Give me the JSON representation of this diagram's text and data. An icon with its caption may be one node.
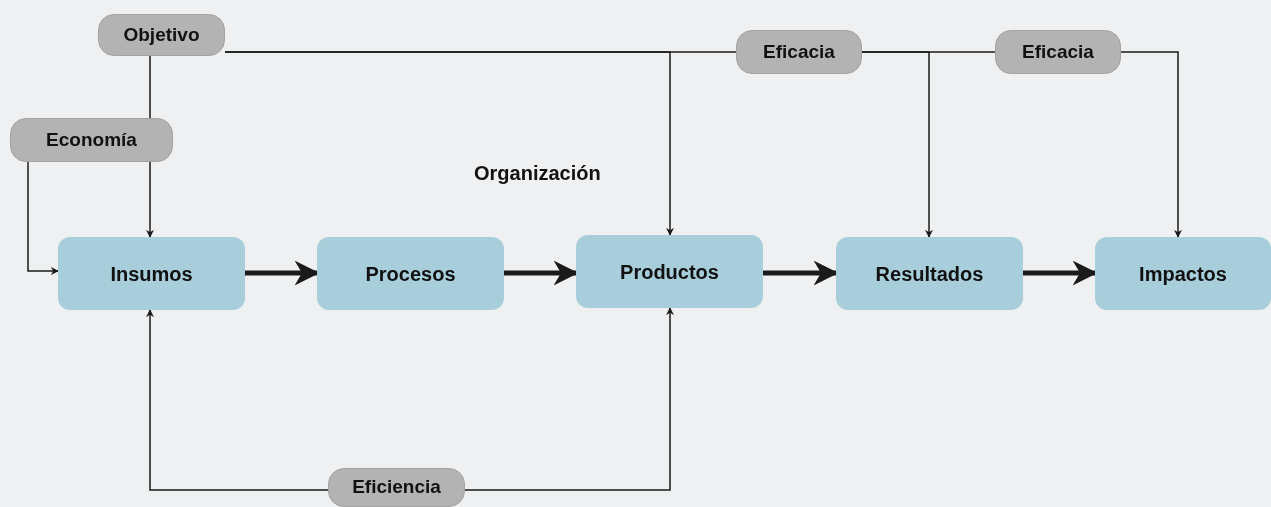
{
  "diagram": {
    "nodes": [
      {
        "text": [
          "Objetivo"
        ]
      },
      {
        "text": [
          "Economía"
        ]
      },
      {
        "text": [
          "Eficacia"
        ]
      },
      {
        "text": [
          "Eficacia"
        ]
      },
      {
        "text": [
          "Insumos"
        ]
      },
      {
        "text": [
          "Procesos"
        ]
      },
      {
        "text": [
          "Productos"
        ]
      },
      {
        "text": [
          "Resultados"
        ]
      },
      {
        "text": [
          "Impactos"
        ]
      },
      {
        "text": [
          "Eficiencia"
        ]
      }
    ],
    "edges": [
      {
        "from": 0,
        "to": 1,
        "arrow": "none"
      },
      {
        "from": 1,
        "to": 4,
        "arrow": "to"
      },
      {
        "from": 1,
        "to": 4,
        "arrow": "to"
      },
      {
        "from": 0,
        "to": 6,
        "arrow": "to"
      },
      {
        "from": 0,
        "to": 2,
        "arrow": "none"
      },
      {
        "from": 2,
        "to": 7,
        "arrow": "to"
      },
      {
        "from": 2,
        "to": 3,
        "arrow": "none"
      },
      {
        "from": 3,
        "to": 8,
        "arrow": "to"
      },
      {
        "from": 4,
        "to": 5,
        "arrow": "to",
        "style": "thick"
      },
      {
        "from": 5,
        "to": 6,
        "arrow": "to",
        "style": "thick"
      },
      {
        "from": 6,
        "to": 7,
        "arrow": "to",
        "style": "thick"
      },
      {
        "from": 7,
        "to": 8,
        "arrow": "to",
        "style": "thick"
      },
      {
        "from": 9,
        "to": 4,
        "arrow": "to"
      },
      {
        "from": 9,
        "to": 6,
        "arrow": "to"
      }
    ],
    "labels": [
      "Organización"
    ]
  }
}
